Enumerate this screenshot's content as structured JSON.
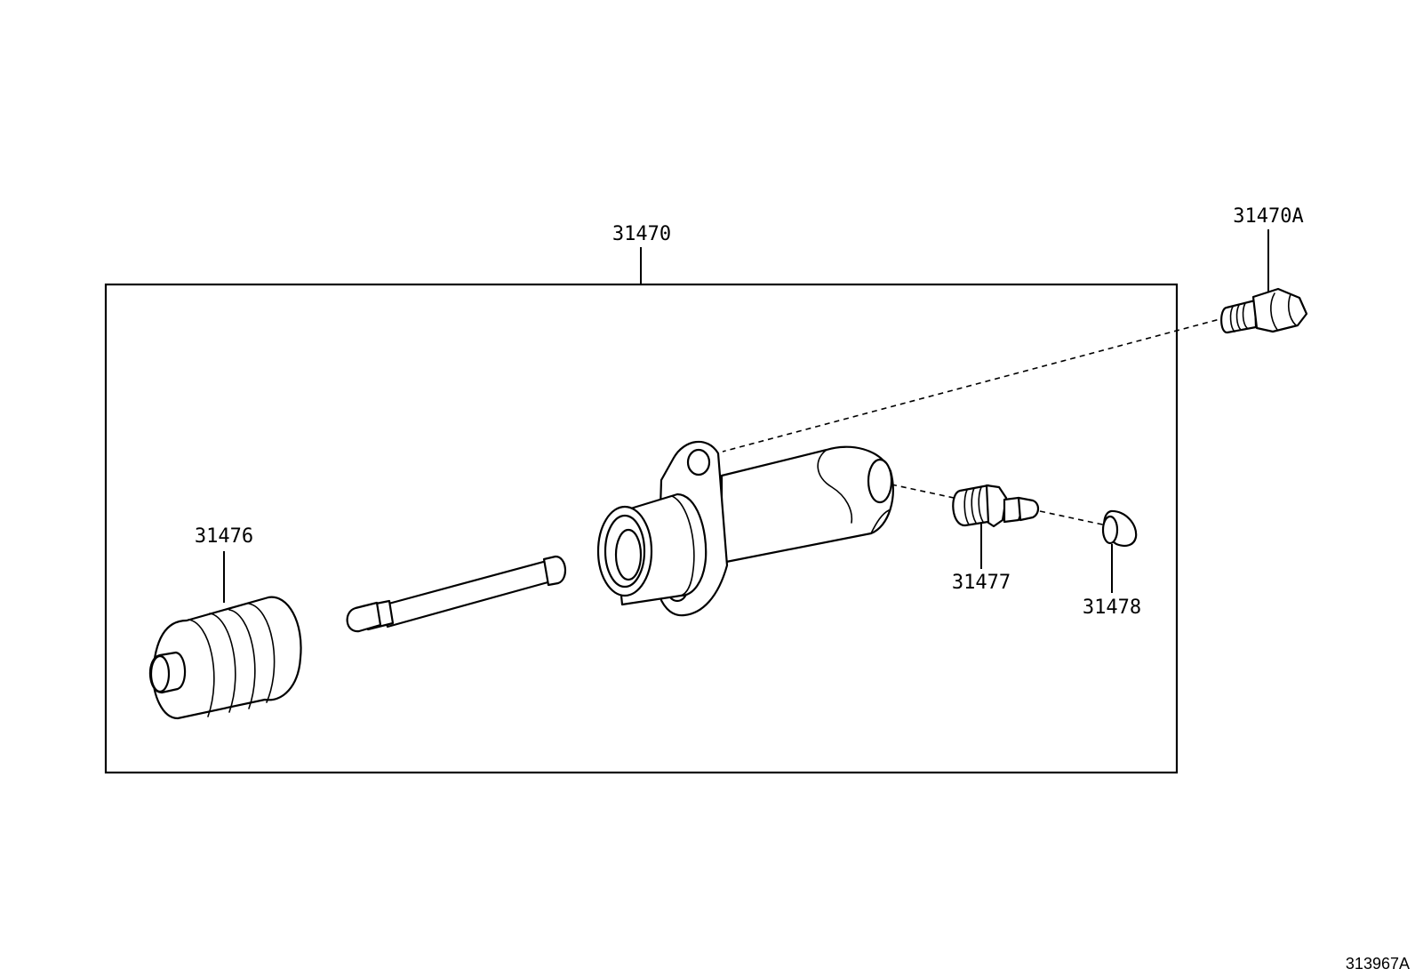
{
  "diagram": {
    "labels": {
      "assembly": "31470",
      "bolt": "31470A",
      "boot": "31476",
      "bleeder_plug": "31477",
      "cap": "31478"
    },
    "figure_id": "313967A"
  }
}
